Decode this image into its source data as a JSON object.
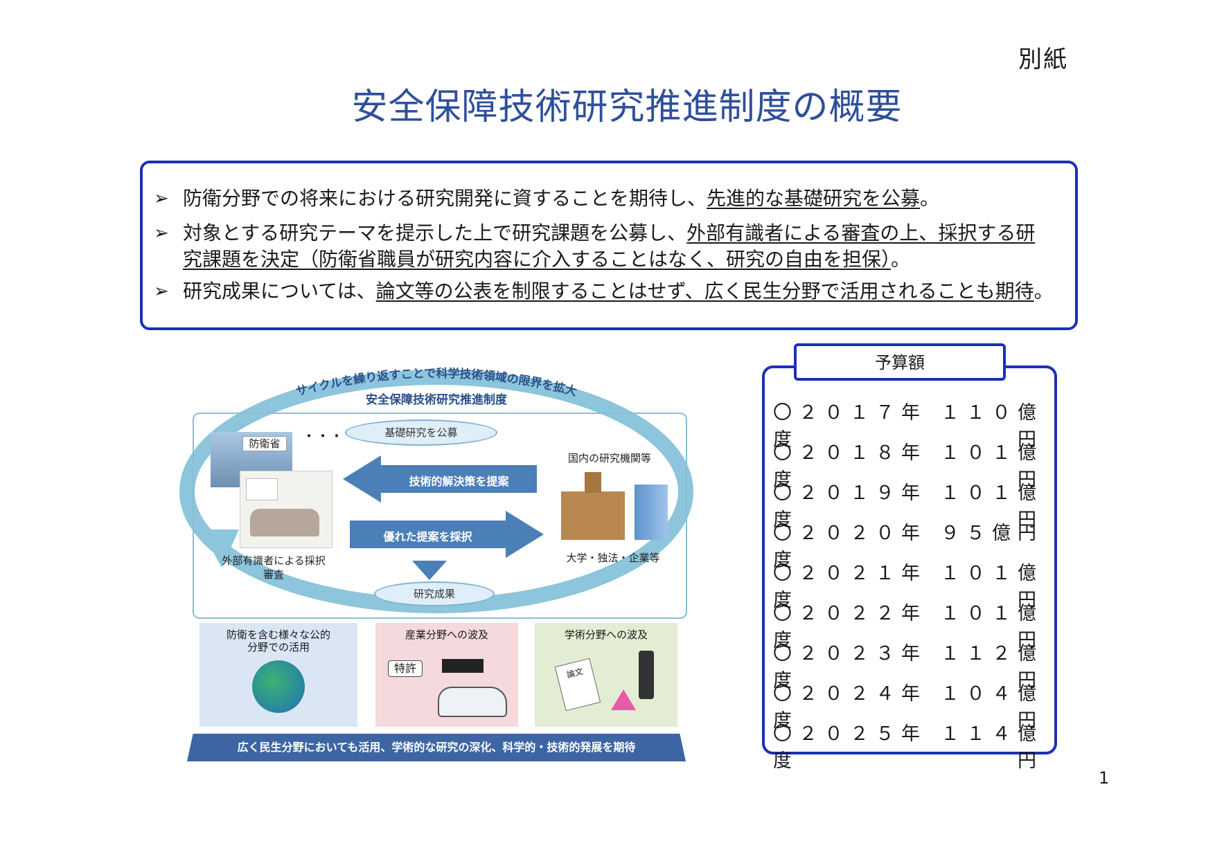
{
  "header": {
    "attachment_label": "別紙",
    "title": "安全保障技術研究推進制度の概要"
  },
  "summary": {
    "bullet_mark": "➢",
    "bullets": [
      {
        "text": "防衛分野での将来における研究開発に資することを期待し、",
        "underlined": "先進的な基礎研究を公募",
        "tail": "。"
      },
      {
        "text": "対象とする研究テーマを提示した上で研究課題を公募し、",
        "underlined": "外部有識者による審査の上、採択する研究課題を決定（防衛省職員が研究内容に介入することはなく、研究の自由を担保）",
        "tail": "。"
      },
      {
        "text": "研究成果については、",
        "underlined": "論文等の公表を制限することはせず、広く民生分野で活用されることも期待",
        "tail": "。"
      }
    ]
  },
  "diagram": {
    "cycle_label": "サイクルを繰り返すことで科学技術領域の限界を拡大",
    "program_label": "安全保障技術研究推進制度",
    "mod_label": "防衛省",
    "dots": "・・・",
    "cloud_top": "基礎研究を公募",
    "arrow_left": "技術的解決策を提案",
    "arrow_right": "優れた提案を採択",
    "institutions_label": "国内の研究機関等",
    "institutions_sub": "大学・独法・企業等",
    "review_label": "外部有識者による採択審査",
    "cloud_bottom": "研究成果",
    "panels": [
      {
        "label": "防衛を含む様々な公的分野での活用",
        "color": "#dbe6f4"
      },
      {
        "label": "産業分野への波及",
        "color": "#f4d9dd",
        "badge": "特許"
      },
      {
        "label": "学術分野への波及",
        "color": "#e2edd3",
        "doc": "論文"
      }
    ],
    "banner": "広く民生分野においても活用、学術的な研究の深化、科学的・技術的発展を期待"
  },
  "budget": {
    "title": "予算額",
    "rows": [
      {
        "year": "〇２０１７年度",
        "amount": "１１０億円"
      },
      {
        "year": "〇２０１８年度",
        "amount": "１０１億円"
      },
      {
        "year": "〇２０１９年度",
        "amount": "１０１億円"
      },
      {
        "year": "〇２０２０年度",
        "amount": "９５億円"
      },
      {
        "year": "〇２０２１年度",
        "amount": "１０１億円"
      },
      {
        "year": "〇２０２２年度",
        "amount": "１０１億円"
      },
      {
        "year": "〇２０２３年度",
        "amount": "１１２億円"
      },
      {
        "year": "〇２０２４年度",
        "amount": "１０４億円"
      },
      {
        "year": "〇２０２５年度",
        "amount": "１１４億円"
      }
    ]
  },
  "page_number": "1",
  "colors": {
    "border": "#1c2fb8",
    "title": "#2e4f9b",
    "arrow": "#4a7fb8",
    "cycle": "#8cc5dc"
  }
}
